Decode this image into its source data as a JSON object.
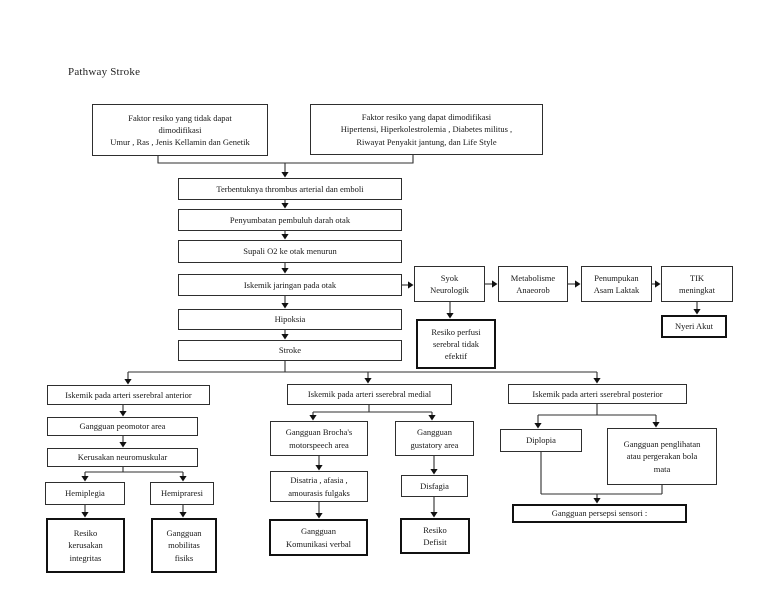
{
  "page": {
    "title": "Pathway Stroke"
  },
  "palette": {
    "ink": "#1f1f1f",
    "line": "#2f2f2f",
    "background": "#ffffff"
  },
  "nodes": {
    "factor_unmodifiable": "Faktor resiko yang tidak dapat\ndimodifikasi\nUmur , Ras , Jenis Kellamin dan Genetik",
    "factor_modifiable": "Faktor resiko yang  dapat dimodifikasi\nHipertensi, Hiperkolestrolemia , Diabetes militus ,\nRiwayat Penyakit jantung, dan Life Style",
    "thrombus": "Terbentuknya thrombus arterial dan emboli",
    "penyumbatan": "Penyumbatan pembuluh darah otak",
    "supali": "Supali O2 ke  otak menurun",
    "iskemik_jaringan": "Iskemik jaringan pada otak",
    "hipoksia": "Hipoksia",
    "stroke": "Stroke",
    "syok": "Syok\nNeurologik",
    "metabolisme": "Metabolisme\nAnaeorob",
    "penumpukan": "Penumpukan\nAsam Laktak",
    "tik": "TIK\nmeningkat",
    "resiko_perfusi": "Resiko perfusi\nserebral tidak\nefektif",
    "nyeri_akut": "Nyeri Akut",
    "anterior": "Iskemik pada arteri sserebral anterior",
    "peomotor": "Gangguan peomotor area",
    "neuromuskular": "Kerusakan neuromuskular",
    "hemiplegia": "Hemiplegia",
    "hemipraresi": "Hemipraresi",
    "resiko_integritas": "Resiko\nkerusakan\nintegritas",
    "mobilitas_fisik": "Gangguan\nmobilitas\nfisiks",
    "medial": "Iskemik pada arteri sserebral medial",
    "brocha": "Gangguan Brocha's\nmotorspeech area",
    "gustatory": "Gangguan\ngustatory area",
    "disatria": "Disatria , afasia ,\namourasis fulgaks",
    "disfagia": "Disfagia",
    "komunikasi": "Gangguan\nKomunikasi verbal",
    "resiko_defisit": "Resiko\nDefisit",
    "posterior": "Iskemik pada arteri sserebral posterior",
    "diplopia": "Diplopia",
    "penglihatan": "Gangguan penglihatan\natau pergerakan bola\nmata",
    "persepsi": "Gangguan persepsi sensori :"
  }
}
